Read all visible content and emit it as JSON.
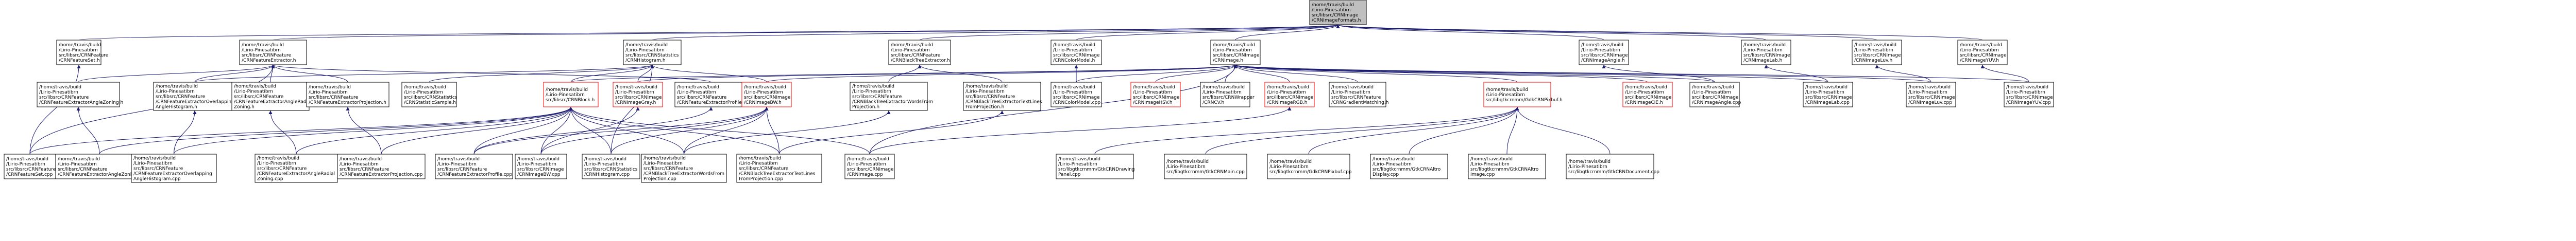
{
  "colors": {
    "focus_fill": "#bfbfbf",
    "node_fill": "#ffffff",
    "node_border": "#000000",
    "node_border_incomplete": "#ff0000",
    "edge": "#191970"
  },
  "graph": {
    "nodes": [
      {
        "id": "root",
        "kind": "focus",
        "lines": [
          "/home/travis/build",
          "/Lirio-Pinesatibrn",
          "src/libsrc/CRNImage",
          "/CRNImageFormats.h"
        ]
      },
      {
        "id": "featureset_h",
        "kind": "normal",
        "lines": [
          "/home/travis/build",
          "/Lirio-Pinesatibrn",
          "src/libsrc/CRNFeature",
          "/CRNFeatureSet.h"
        ]
      },
      {
        "id": "extractor_h",
        "kind": "normal",
        "lines": [
          "/home/travis/build",
          "/Lirio-Pinesatibrn",
          "src/libsrc/CRNFeature",
          "/CRNFeatureExtractor.h"
        ]
      },
      {
        "id": "histogram_h",
        "kind": "normal",
        "lines": [
          "/home/travis/build",
          "/Lirio-Pinesatibrn",
          "src/libsrc/CRNStatistics",
          "/CRNHistogram.h"
        ]
      },
      {
        "id": "blacktree_h",
        "kind": "normal",
        "lines": [
          "/home/travis/build",
          "/Lirio-Pinesatibrn",
          "src/libsrc/CRNFeature",
          "/CRNBlackTreeExtractor.h"
        ]
      },
      {
        "id": "colormodel_h",
        "kind": "normal",
        "lines": [
          "/home/travis/build",
          "/Lirio-Pinesatibrn",
          "src/libsrc/CRNImage",
          "/CRNColorModel.h"
        ]
      },
      {
        "id": "image_h",
        "kind": "normal",
        "lines": [
          "/home/travis/build",
          "/Lirio-Pinesatibrn",
          "src/libsrc/CRNImage",
          "/CRNImage.h"
        ]
      },
      {
        "id": "imageangle_h",
        "kind": "normal",
        "lines": [
          "/home/travis/build",
          "/Lirio-Pinesatibrn",
          "src/libsrc/CRNImage",
          "/CRNImageAngle.h"
        ]
      },
      {
        "id": "imagelab_h",
        "kind": "normal",
        "lines": [
          "/home/travis/build",
          "/Lirio-Pinesatibrn",
          "src/libsrc/CRNImage",
          "/CRNImageLab.h"
        ]
      },
      {
        "id": "imageluv_h",
        "kind": "normal",
        "lines": [
          "/home/travis/build",
          "/Lirio-Pinesatibrn",
          "src/libsrc/CRNImage",
          "/CRNImageLuv.h"
        ]
      },
      {
        "id": "imageyuv_h",
        "kind": "normal",
        "lines": [
          "/home/travis/build",
          "/Lirio-Pinesatibrn",
          "src/libsrc/CRNImage",
          "/CRNImageYUV.h"
        ]
      },
      {
        "id": "anglezoning_h",
        "kind": "normal",
        "lines": [
          "/home/travis/build",
          "/Lirio-Pinesatibrn",
          "src/libsrc/CRNFeature",
          "/CRNFeatureExtractorAngleZoning.h"
        ]
      },
      {
        "id": "overlapping_h",
        "kind": "normal",
        "lines": [
          "/home/travis/build",
          "/Lirio-Pinesatibrn",
          "src/libsrc/CRNFeature",
          "/CRNFeatureExtractorOverlapping",
          "AngleHistogram.h"
        ]
      },
      {
        "id": "radialzoning_h",
        "kind": "normal",
        "lines": [
          "/home/travis/build",
          "/Lirio-Pinesatibrn",
          "src/libsrc/CRNFeature",
          "/CRNFeatureExtractorAngleRadial",
          "Zoning.h"
        ]
      },
      {
        "id": "projection_h",
        "kind": "normal",
        "lines": [
          "/home/travis/build",
          "/Lirio-Pinesatibrn",
          "src/libsrc/CRNFeature",
          "/CRNFeatureExtractorProjection.h"
        ]
      },
      {
        "id": "statsample_h",
        "kind": "normal",
        "lines": [
          "/home/travis/build",
          "/Lirio-Pinesatibrn",
          "src/libsrc/CRNStatistics",
          "/CRNStatisticSample.h"
        ]
      },
      {
        "id": "block_h",
        "kind": "incomplete",
        "lines": [
          "/home/travis/build",
          "/Lirio-Pinesatibrn",
          "src/libsrc/CRNBlock.h"
        ]
      },
      {
        "id": "imagegray_h",
        "kind": "incomplete",
        "lines": [
          "/home/travis/build",
          "/Lirio-Pinesatibrn",
          "src/libsrc/CRNImage",
          "/CRNImageGray.h"
        ]
      },
      {
        "id": "profile_h",
        "kind": "normal",
        "lines": [
          "/home/travis/build",
          "/Lirio-Pinesatibrn",
          "src/libsrc/CRNFeature",
          "/CRNFeatureExtractorProfile.h"
        ]
      },
      {
        "id": "imagebw_h",
        "kind": "incomplete",
        "lines": [
          "/home/travis/build",
          "/Lirio-Pinesatibrn",
          "src/libsrc/CRNImage",
          "/CRNImageBW.h"
        ]
      },
      {
        "id": "wordsfrom_h",
        "kind": "normal",
        "lines": [
          "/home/travis/build",
          "/Lirio-Pinesatibrn",
          "src/libsrc/CRNFeature",
          "/CRNBlackTreeExtractorWordsFrom",
          "Projection.h"
        ]
      },
      {
        "id": "textlines_h",
        "kind": "normal",
        "lines": [
          "/home/travis/build",
          "/Lirio-Pinesatibrn",
          "src/libsrc/CRNFeature",
          "/CRNBlackTreeExtractorTextLines",
          "FromProjection.h"
        ]
      },
      {
        "id": "colormodel_cpp",
        "kind": "normal",
        "lines": [
          "/home/travis/build",
          "/Lirio-Pinesatibrn",
          "src/libsrc/CRNImage",
          "/CRNColorModel.cpp"
        ]
      },
      {
        "id": "imagehsv_h",
        "kind": "incomplete",
        "lines": [
          "/home/travis/build",
          "/Lirio-Pinesatibrn",
          "src/libsrc/CRNImage",
          "/CRNImageHSV.h"
        ]
      },
      {
        "id": "crncv_h",
        "kind": "normal",
        "lines": [
          "/home/travis/build",
          "/Lirio-Pinesatibrn",
          "src/libsrc/CRNWrapper",
          "/CRNCV.h"
        ]
      },
      {
        "id": "imagergb_h",
        "kind": "incomplete",
        "lines": [
          "/home/travis/build",
          "/Lirio-Pinesatibrn",
          "src/libsrc/CRNImage",
          "/CRNImageRGB.h"
        ]
      },
      {
        "id": "gradmatch_h",
        "kind": "normal",
        "lines": [
          "/home/travis/build",
          "/Lirio-Pinesatibrn",
          "src/libsrc/CRNFeature",
          "/CRNGradientMatching.h"
        ]
      },
      {
        "id": "gdkpixbuf_h",
        "kind": "incomplete",
        "lines": [
          "/home/travis/build",
          "/Lirio-Pinesatibrn",
          "src/libgtkcrnmm/GdkCRNPixbuf.h"
        ]
      },
      {
        "id": "imagecie_h",
        "kind": "incomplete",
        "lines": [
          "/home/travis/build",
          "/Lirio-Pinesatibrn",
          "src/libsrc/CRNImage",
          "/CRNImageCIE.h"
        ]
      },
      {
        "id": "imageangle_cpp",
        "kind": "normal",
        "lines": [
          "/home/travis/build",
          "/Lirio-Pinesatibrn",
          "src/libsrc/CRNImage",
          "/CRNImageAngle.cpp"
        ]
      },
      {
        "id": "imagelab_cpp",
        "kind": "normal",
        "lines": [
          "/home/travis/build",
          "/Lirio-Pinesatibrn",
          "src/libsrc/CRNImage",
          "/CRNImageLab.cpp"
        ]
      },
      {
        "id": "imageluv_cpp",
        "kind": "normal",
        "lines": [
          "/home/travis/build",
          "/Lirio-Pinesatibrn",
          "src/libsrc/CRNImage",
          "/CRNImageLuv.cpp"
        ]
      },
      {
        "id": "imageyuv_cpp",
        "kind": "normal",
        "lines": [
          "/home/travis/build",
          "/Lirio-Pinesatibrn",
          "src/libsrc/CRNImage",
          "/CRNImageYUV.cpp"
        ]
      },
      {
        "id": "featureset_cpp",
        "kind": "normal",
        "lines": [
          "/home/travis/build",
          "/Lirio-Pinesatibrn",
          "src/libsrc/CRNFeature",
          "/CRNFeatureSet.cpp"
        ]
      },
      {
        "id": "anglezoning_cpp",
        "kind": "normal",
        "lines": [
          "/home/travis/build",
          "/Lirio-Pinesatibrn",
          "src/libsrc/CRNFeature",
          "/CRNFeatureExtractorAngleZoning.cpp"
        ]
      },
      {
        "id": "overlapping_cpp",
        "kind": "normal",
        "lines": [
          "/home/travis/build",
          "/Lirio-Pinesatibrn",
          "src/libsrc/CRNFeature",
          "/CRNFeatureExtractorOverlapping",
          "AngleHistogram.cpp"
        ]
      },
      {
        "id": "radialzoning_cpp",
        "kind": "normal",
        "lines": [
          "/home/travis/build",
          "/Lirio-Pinesatibrn",
          "src/libsrc/CRNFeature",
          "/CRNFeatureExtractorAngleRadial",
          "Zoning.cpp"
        ]
      },
      {
        "id": "projection_cpp",
        "kind": "normal",
        "lines": [
          "/home/travis/build",
          "/Lirio-Pinesatibrn",
          "src/libsrc/CRNFeature",
          "/CRNFeatureExtractorProjection.cpp"
        ]
      },
      {
        "id": "profile_cpp",
        "kind": "normal",
        "lines": [
          "/home/travis/build",
          "/Lirio-Pinesatibrn",
          "src/libsrc/CRNFeature",
          "/CRNFeatureExtractorProfile.cpp"
        ]
      },
      {
        "id": "imagebw_cpp",
        "kind": "normal",
        "lines": [
          "/home/travis/build",
          "/Lirio-Pinesatibrn",
          "src/libsrc/CRNImage",
          "/CRNImageBW.cpp"
        ]
      },
      {
        "id": "histogram_cpp",
        "kind": "normal",
        "lines": [
          "/home/travis/build",
          "/Lirio-Pinesatibrn",
          "src/libsrc/CRNStatistics",
          "/CRNHistogram.cpp"
        ]
      },
      {
        "id": "wordsfrom_cpp",
        "kind": "normal",
        "lines": [
          "/home/travis/build",
          "/Lirio-Pinesatibrn",
          "src/libsrc/CRNFeature",
          "/CRNBlackTreeExtractorWordsFrom",
          "Projection.cpp"
        ]
      },
      {
        "id": "textlines_cpp",
        "kind": "normal",
        "lines": [
          "/home/travis/build",
          "/Lirio-Pinesatibrn",
          "src/libsrc/CRNFeature",
          "/CRNBlackTreeExtractorTextLines",
          "FromProjection.cpp"
        ]
      },
      {
        "id": "image_cpp",
        "kind": "normal",
        "lines": [
          "/home/travis/build",
          "/Lirio-Pinesatibrn",
          "src/libsrc/CRNImage",
          "/CRNImage.cpp"
        ]
      },
      {
        "id": "gtk_drawingpanel_h",
        "kind": "normal",
        "lines": [
          "/home/travis/build",
          "/Lirio-Pinesatibrn",
          "src/libgtkcrnmm/GtkCRNDrawing",
          "Panel.cpp"
        ]
      },
      {
        "id": "gtk_main_cpp",
        "kind": "normal",
        "lines": [
          "/home/travis/build",
          "/Lirio-Pinesatibrn",
          "src/libgtkcrnmm/GtkCRNMain.cpp"
        ]
      },
      {
        "id": "gdk_pixbuf_cpp",
        "kind": "normal",
        "lines": [
          "/home/travis/build",
          "/Lirio-Pinesatibrn",
          "src/libgtkcrnmm/GdkCRNPixbuf.cpp"
        ]
      },
      {
        "id": "gtk_atro_display_cpp",
        "kind": "normal",
        "lines": [
          "/home/travis/build",
          "/Lirio-Pinesatibrn",
          "src/libgtkcrnmm/GtkCRNAltro",
          "Display.cpp"
        ]
      },
      {
        "id": "gtk_atro_image_cpp",
        "kind": "normal",
        "lines": [
          "/home/travis/build",
          "/Lirio-Pinesatibrn",
          "src/libgtkcrnmm/GtkCRNAltro",
          "Image.cpp"
        ]
      },
      {
        "id": "gtk_document_cpp",
        "kind": "normal",
        "lines": [
          "/home/travis/build",
          "/Lirio-Pinesatibrn",
          "src/libgtkcrnmm/GtkCRNDocument.cpp"
        ]
      }
    ],
    "edges": [
      [
        "featureset_h",
        "root"
      ],
      [
        "extractor_h",
        "root"
      ],
      [
        "histogram_h",
        "root"
      ],
      [
        "blacktree_h",
        "root"
      ],
      [
        "colormodel_h",
        "root"
      ],
      [
        "image_h",
        "root"
      ],
      [
        "imageangle_h",
        "root"
      ],
      [
        "imagelab_h",
        "root"
      ],
      [
        "imageluv_h",
        "root"
      ],
      [
        "imageyuv_h",
        "root"
      ],
      [
        "featureset_cpp",
        "featureset_h"
      ],
      [
        "anglezoning_h",
        "extractor_h"
      ],
      [
        "overlapping_h",
        "extractor_h"
      ],
      [
        "radialzoning_h",
        "extractor_h"
      ],
      [
        "projection_h",
        "extractor_h"
      ],
      [
        "featureset_cpp",
        "extractor_h"
      ],
      [
        "profile_h",
        "extractor_h"
      ],
      [
        "statsample_h",
        "histogram_h"
      ],
      [
        "block_h",
        "histogram_h"
      ],
      [
        "imagegray_h",
        "histogram_h"
      ],
      [
        "imagebw_h",
        "histogram_h"
      ],
      [
        "overlapping_h",
        "histogram_h"
      ],
      [
        "histogram_cpp",
        "histogram_h"
      ],
      [
        "wordsfrom_h",
        "blacktree_h"
      ],
      [
        "textlines_h",
        "blacktree_h"
      ],
      [
        "colormodel_cpp",
        "colormodel_h"
      ],
      [
        "block_h",
        "image_h"
      ],
      [
        "imagegray_h",
        "image_h"
      ],
      [
        "imagebw_h",
        "image_h"
      ],
      [
        "imagehsv_h",
        "image_h"
      ],
      [
        "crncv_h",
        "image_h"
      ],
      [
        "imagergb_h",
        "image_h"
      ],
      [
        "gradmatch_h",
        "image_h"
      ],
      [
        "gdkpixbuf_h",
        "image_h"
      ],
      [
        "imagecie_h",
        "image_h"
      ],
      [
        "image_cpp",
        "image_h"
      ],
      [
        "colormodel_cpp",
        "image_h"
      ],
      [
        "imageangle_cpp",
        "image_h"
      ],
      [
        "imagelab_cpp",
        "image_h"
      ],
      [
        "imageluv_cpp",
        "image_h"
      ],
      [
        "imageyuv_cpp",
        "image_h"
      ],
      [
        "imageangle_cpp",
        "imageangle_h"
      ],
      [
        "imagelab_cpp",
        "imagelab_h"
      ],
      [
        "imageluv_cpp",
        "imageluv_h"
      ],
      [
        "imageyuv_cpp",
        "imageyuv_h"
      ],
      [
        "anglezoning_cpp",
        "anglezoning_h"
      ],
      [
        "overlapping_cpp",
        "overlapping_h"
      ],
      [
        "radialzoning_cpp",
        "radialzoning_h"
      ],
      [
        "projection_cpp",
        "projection_h"
      ],
      [
        "profile_cpp",
        "profile_h"
      ],
      [
        "featureset_cpp",
        "block_h"
      ],
      [
        "anglezoning_cpp",
        "block_h"
      ],
      [
        "overlapping_cpp",
        "block_h"
      ],
      [
        "radialzoning_cpp",
        "block_h"
      ],
      [
        "projection_cpp",
        "block_h"
      ],
      [
        "profile_cpp",
        "block_h"
      ],
      [
        "imagebw_cpp",
        "block_h"
      ],
      [
        "histogram_cpp",
        "block_h"
      ],
      [
        "wordsfrom_cpp",
        "block_h"
      ],
      [
        "textlines_cpp",
        "block_h"
      ],
      [
        "image_cpp",
        "block_h"
      ],
      [
        "imagebw_cpp",
        "imagegray_h"
      ],
      [
        "profile_cpp",
        "imagebw_h"
      ],
      [
        "imagebw_cpp",
        "imagebw_h"
      ],
      [
        "wordsfrom_cpp",
        "imagebw_h"
      ],
      [
        "textlines_cpp",
        "imagebw_h"
      ],
      [
        "histogram_cpp",
        "imagebw_h"
      ],
      [
        "wordsfrom_cpp",
        "wordsfrom_h"
      ],
      [
        "textlines_cpp",
        "textlines_h"
      ],
      [
        "image_cpp",
        "imagergb_h"
      ],
      [
        "gtk_drawingpanel_h",
        "gdkpixbuf_h"
      ],
      [
        "gtk_main_cpp",
        "gdkpixbuf_h"
      ],
      [
        "gdk_pixbuf_cpp",
        "gdkpixbuf_h"
      ],
      [
        "gtk_atro_display_cpp",
        "gdkpixbuf_h"
      ],
      [
        "gtk_atro_image_cpp",
        "gdkpixbuf_h"
      ],
      [
        "gtk_document_cpp",
        "gdkpixbuf_h"
      ]
    ]
  }
}
